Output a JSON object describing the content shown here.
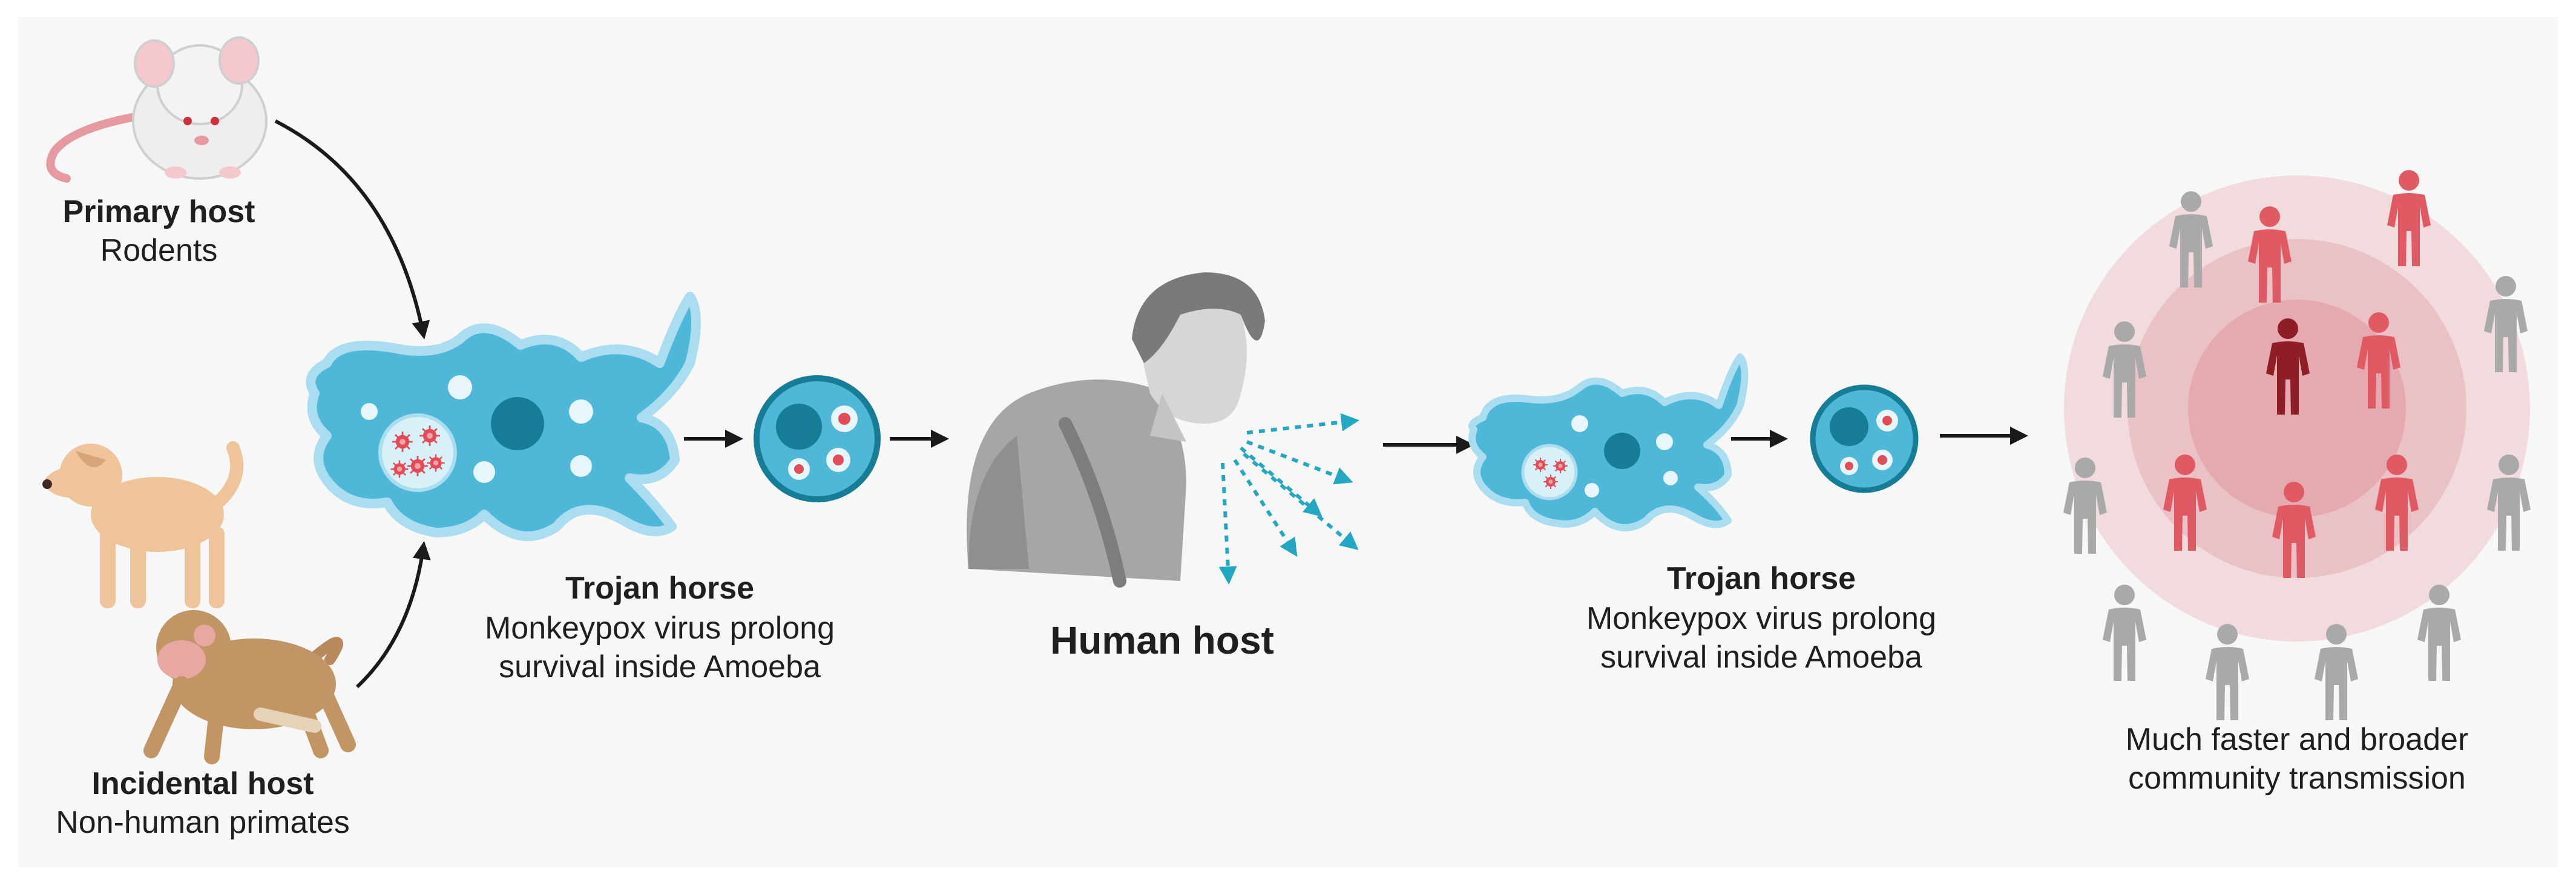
{
  "colors": {
    "panel": "#f7f7f7",
    "amoeba": "#4fb8d8",
    "amoeba_edge": "#a9ddef",
    "nucleus": "#177d96",
    "virus": "#e34b57",
    "arrow": "#1a1a1a",
    "droplet": "#23a8c4",
    "person_gray": "#a9a9a9",
    "person_red": "#e05a63",
    "person_dark": "#8f1d26",
    "ring": "#e8b7bb"
  },
  "hosts": {
    "primary_title": "Primary host",
    "primary_sub": "Rodents",
    "incidental_title": "Incidental host",
    "incidental_sub": "Non-human primates"
  },
  "trojan_1": {
    "title": "Trojan horse",
    "line1": "Monkeypox virus prolong",
    "line2": "survival inside Amoeba"
  },
  "human": {
    "label": "Human host"
  },
  "trojan_2": {
    "title": "Trojan horse",
    "line1": "Monkeypox virus prolong",
    "line2": "survival inside Amoeba"
  },
  "community": {
    "line1": "Much faster and broader",
    "line2": "community transmission"
  },
  "icons": [
    "rat-icon",
    "dog-icon",
    "monkey-icon",
    "amoeba-icon",
    "cyst-icon",
    "coughing-person-icon",
    "person-icon"
  ]
}
